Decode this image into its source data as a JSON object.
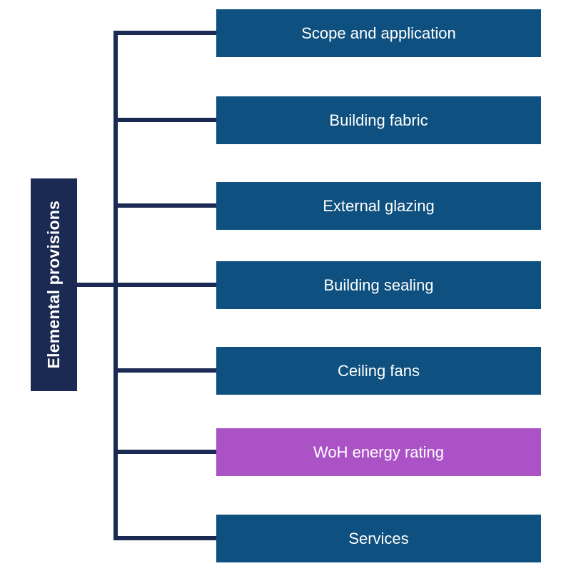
{
  "diagram": {
    "root": {
      "label": "Elemental provisions"
    },
    "children": [
      {
        "label": "Scope and application",
        "highlighted": false
      },
      {
        "label": "Building fabric",
        "highlighted": false
      },
      {
        "label": "External glazing",
        "highlighted": false
      },
      {
        "label": "Building sealing",
        "highlighted": false
      },
      {
        "label": "Ceiling fans",
        "highlighted": false
      },
      {
        "label": "WoH energy rating",
        "highlighted": true
      },
      {
        "label": "Services",
        "highlighted": false
      }
    ],
    "colors": {
      "node_fill": "#0E507F",
      "highlight_fill": "#AB52C6",
      "root_fill": "#1B2A52",
      "connector": "#1B2A52",
      "text": "#FFFFFF",
      "background": "#FFFFFF"
    }
  }
}
